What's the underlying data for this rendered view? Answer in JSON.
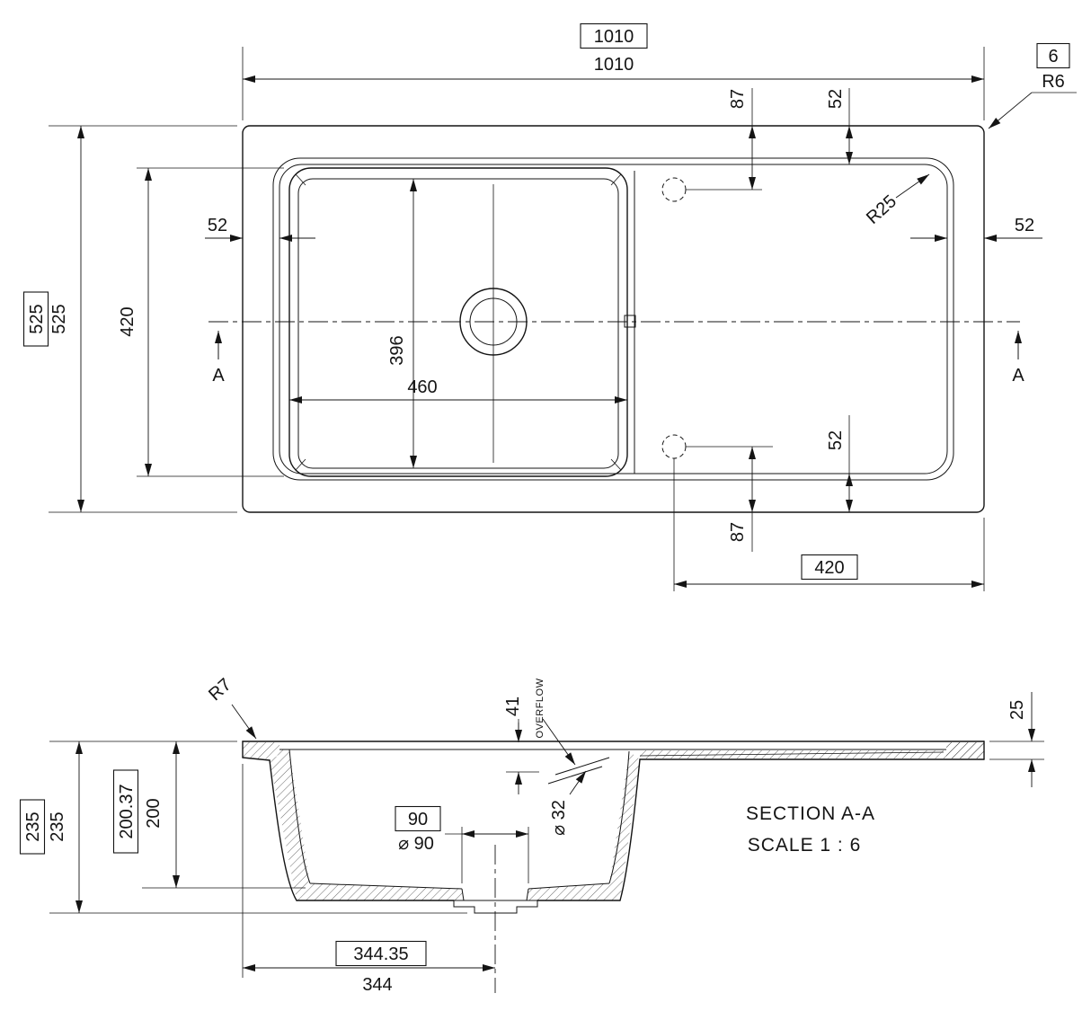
{
  "drawing": {
    "kind": "sink technical drawing",
    "line_color": "#141414",
    "background": "#ffffff"
  },
  "top": {
    "ref_width": "1010",
    "width": "1010",
    "ref_height": "525",
    "height": "525",
    "bowl_height": "420",
    "bowl_inner": "396",
    "bowl_width": "460",
    "gap_left": "52",
    "gap_right": "52",
    "tap_top": "87",
    "rim_top": "52",
    "tap_bottom": "87",
    "rim_bottom": "52",
    "r_inner": "R25",
    "ref_r_edge": "6",
    "r_edge": "R6",
    "ref_tap_span": "420",
    "section_a": "A"
  },
  "section": {
    "r_flange": "R7",
    "overflow_drop": "41",
    "overflow": "OVERFLOW",
    "deck": "25",
    "ref_depth": "235",
    "depth": "235",
    "ref_bowl_depth": "200.37",
    "bowl_depth": "200",
    "ref_drain": "90",
    "drain_dia": "⌀ 90",
    "overflow_dia": "⌀ 32",
    "ref_drain_pos": "344.35",
    "drain_pos": "344",
    "title": "SECTION A-A",
    "scale": "SCALE  1 : 6"
  }
}
